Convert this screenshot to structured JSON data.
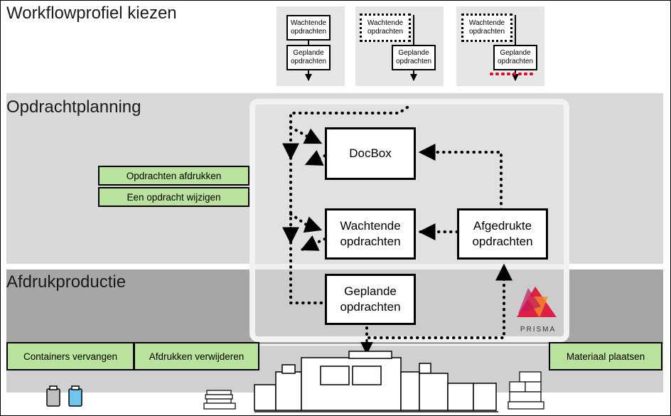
{
  "sections": {
    "profile": {
      "title": "Workflowprofiel kiezen"
    },
    "planning": {
      "title": "Opdrachtplanning"
    },
    "production": {
      "title": "Afdrukproductie"
    }
  },
  "profiles": [
    {
      "waiting": "Wachtende opdrachten",
      "scheduled": "Geplande opdrachten"
    },
    {
      "waiting": "Wachtende opdrachten",
      "scheduled": "Geplande opdrachten"
    },
    {
      "waiting": "Wachtende opdrachten",
      "scheduled": "Geplande opdrachten"
    }
  ],
  "flow": {
    "docbox": "DocBox",
    "waiting": "Wachtende opdrachten",
    "printed": "Afgedrukte opdrachten",
    "scheduled": "Geplande opdrachten"
  },
  "actions": {
    "print_jobs": "Opdrachten afdrukken",
    "edit_job": "Een opdracht wijzigen",
    "replace_containers": "Containers vervangen",
    "remove_prints": "Afdrukken verwijderen",
    "load_media": "Materiaal plaatsen"
  },
  "brand": {
    "name": "PRISMA"
  },
  "colors": {
    "action_green": "#b9e39c",
    "planning_band": "#d9d9d9",
    "production_band": "#a6a6a6",
    "accent_red": "#e3002b"
  }
}
